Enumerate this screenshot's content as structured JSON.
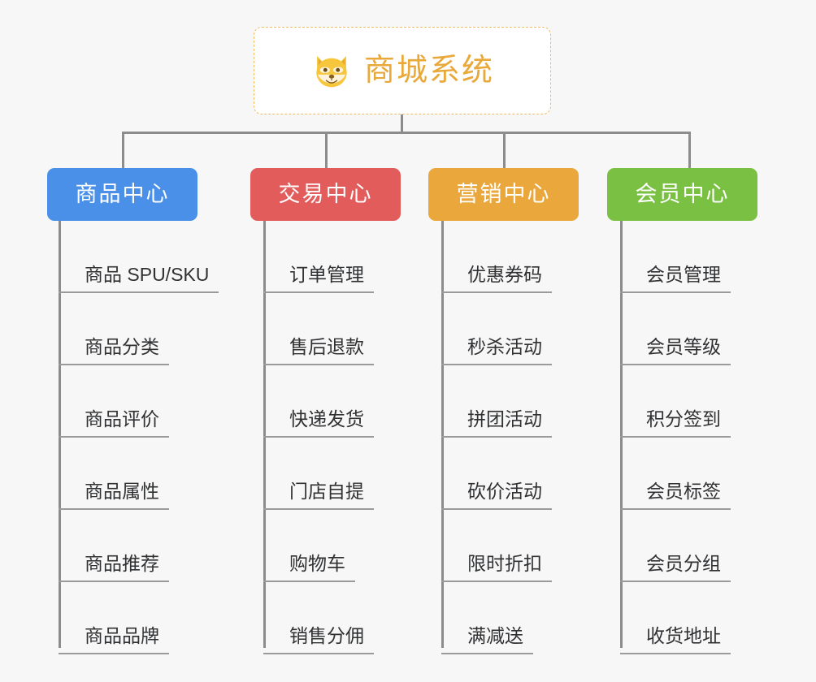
{
  "root": {
    "title": "商城系统",
    "icon": "shiba-dog-emoji",
    "border_color": "#f0bb62",
    "text_color": "#e9a83a",
    "background": "#ffffff"
  },
  "canvas": {
    "background": "#f7f7f7",
    "connector_color": "#8c8c8c",
    "underline_color": "#9a9a9a",
    "leaf_text_color": "#303133"
  },
  "branches": [
    {
      "label": "商品中心",
      "color": "#4a90e8",
      "items": [
        "商品 SPU/SKU",
        "商品分类",
        "商品评价",
        "商品属性",
        "商品推荐",
        "商品品牌"
      ]
    },
    {
      "label": "交易中心",
      "color": "#e25c5c",
      "items": [
        "订单管理",
        "售后退款",
        "快递发货",
        "门店自提",
        "购物车",
        "销售分佣"
      ]
    },
    {
      "label": "营销中心",
      "color": "#eaa73c",
      "items": [
        "优惠券码",
        "秒杀活动",
        "拼团活动",
        "砍价活动",
        "限时折扣",
        "满减送"
      ]
    },
    {
      "label": "会员中心",
      "color": "#7ac143",
      "items": [
        "会员管理",
        "会员等级",
        "积分签到",
        "会员标签",
        "会员分组",
        "收货地址"
      ]
    }
  ]
}
